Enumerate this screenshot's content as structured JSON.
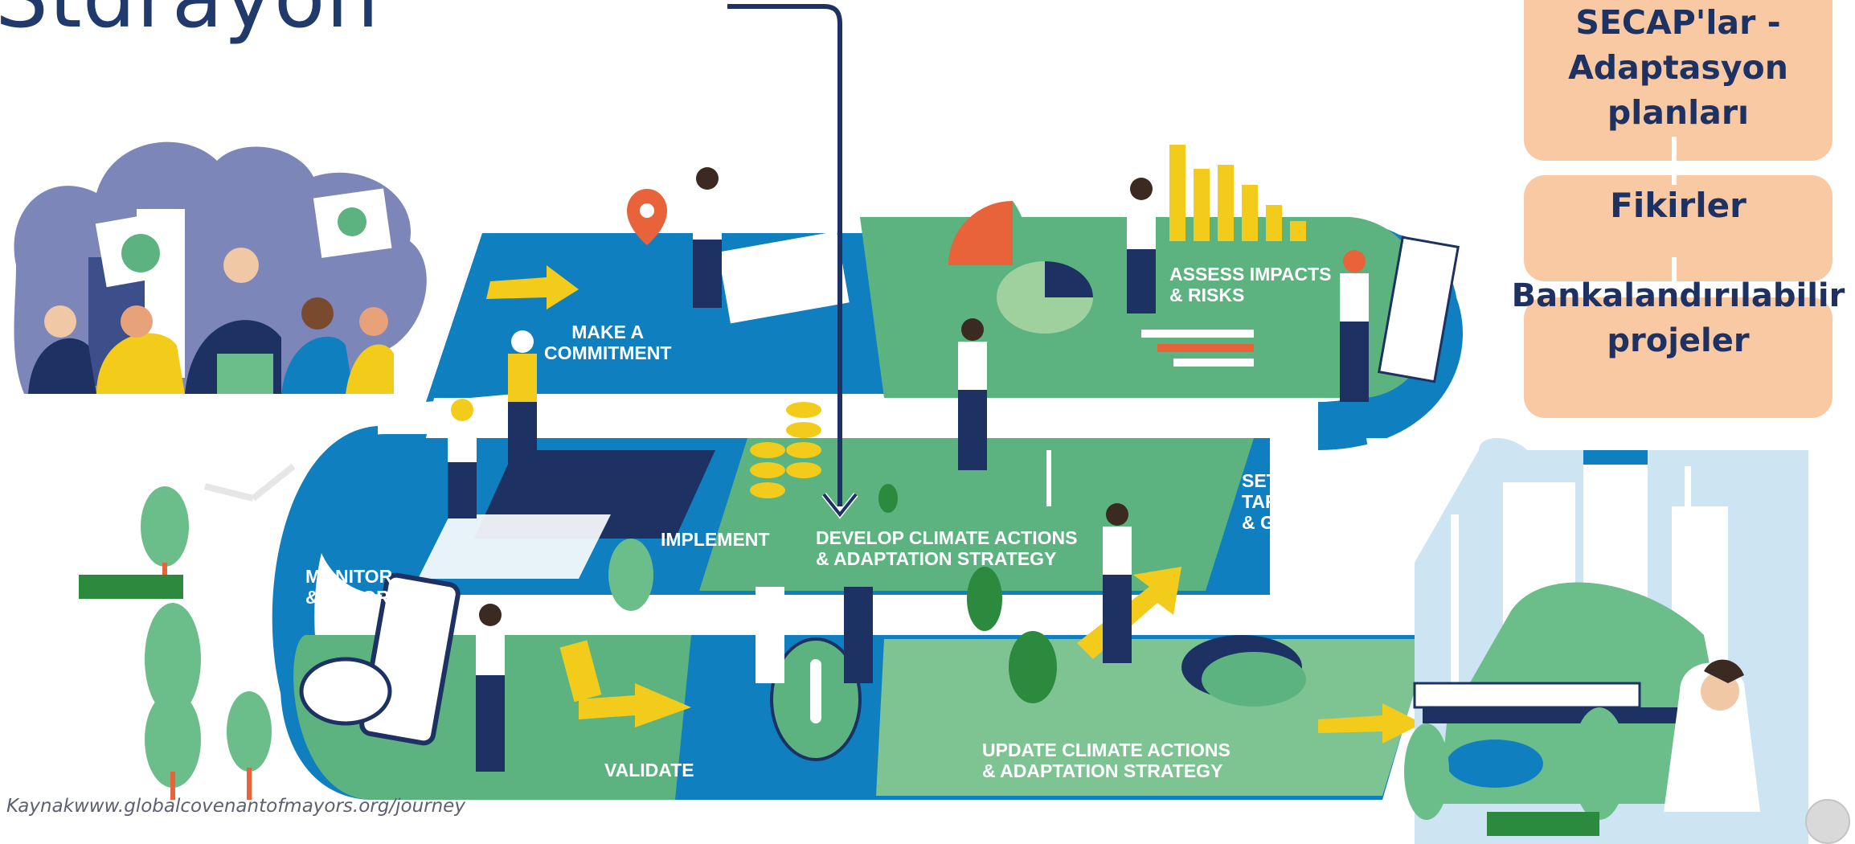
{
  "heading": {
    "text": "Stdrayon"
  },
  "journey": {
    "steps": [
      "MAKE A\nCOMMITMENT",
      "ASSESS IMPACTS\n& RISKS",
      "SET\nTARGETS\n& GOALS",
      "DEVELOP CLIMATE ACTIONS\n& ADAPTATION STRATEGY",
      "IMPLEMENT",
      "MONITOR\n& REPORT",
      "VALIDATE",
      "UPDATE CLIMATE ACTIONS\n& ADAPTATION STRATEGY"
    ]
  },
  "sidebar": {
    "boxes": [
      "SECAP'lar -\nAdaptasyon\nplanları",
      "Fikirler",
      "Bankalandırılabilir\nprojeler"
    ]
  },
  "source": {
    "text": "Kaynakwww.globalcovenantofmayors.org/journey"
  },
  "colors": {
    "blue": "#0f7fbf",
    "green": "#5db37f",
    "light_green": "#7ec493",
    "navy": "#1d3263",
    "yellow": "#f3cc1b",
    "orange_box": "#f8c9a3",
    "sky": "#cde4f3"
  }
}
